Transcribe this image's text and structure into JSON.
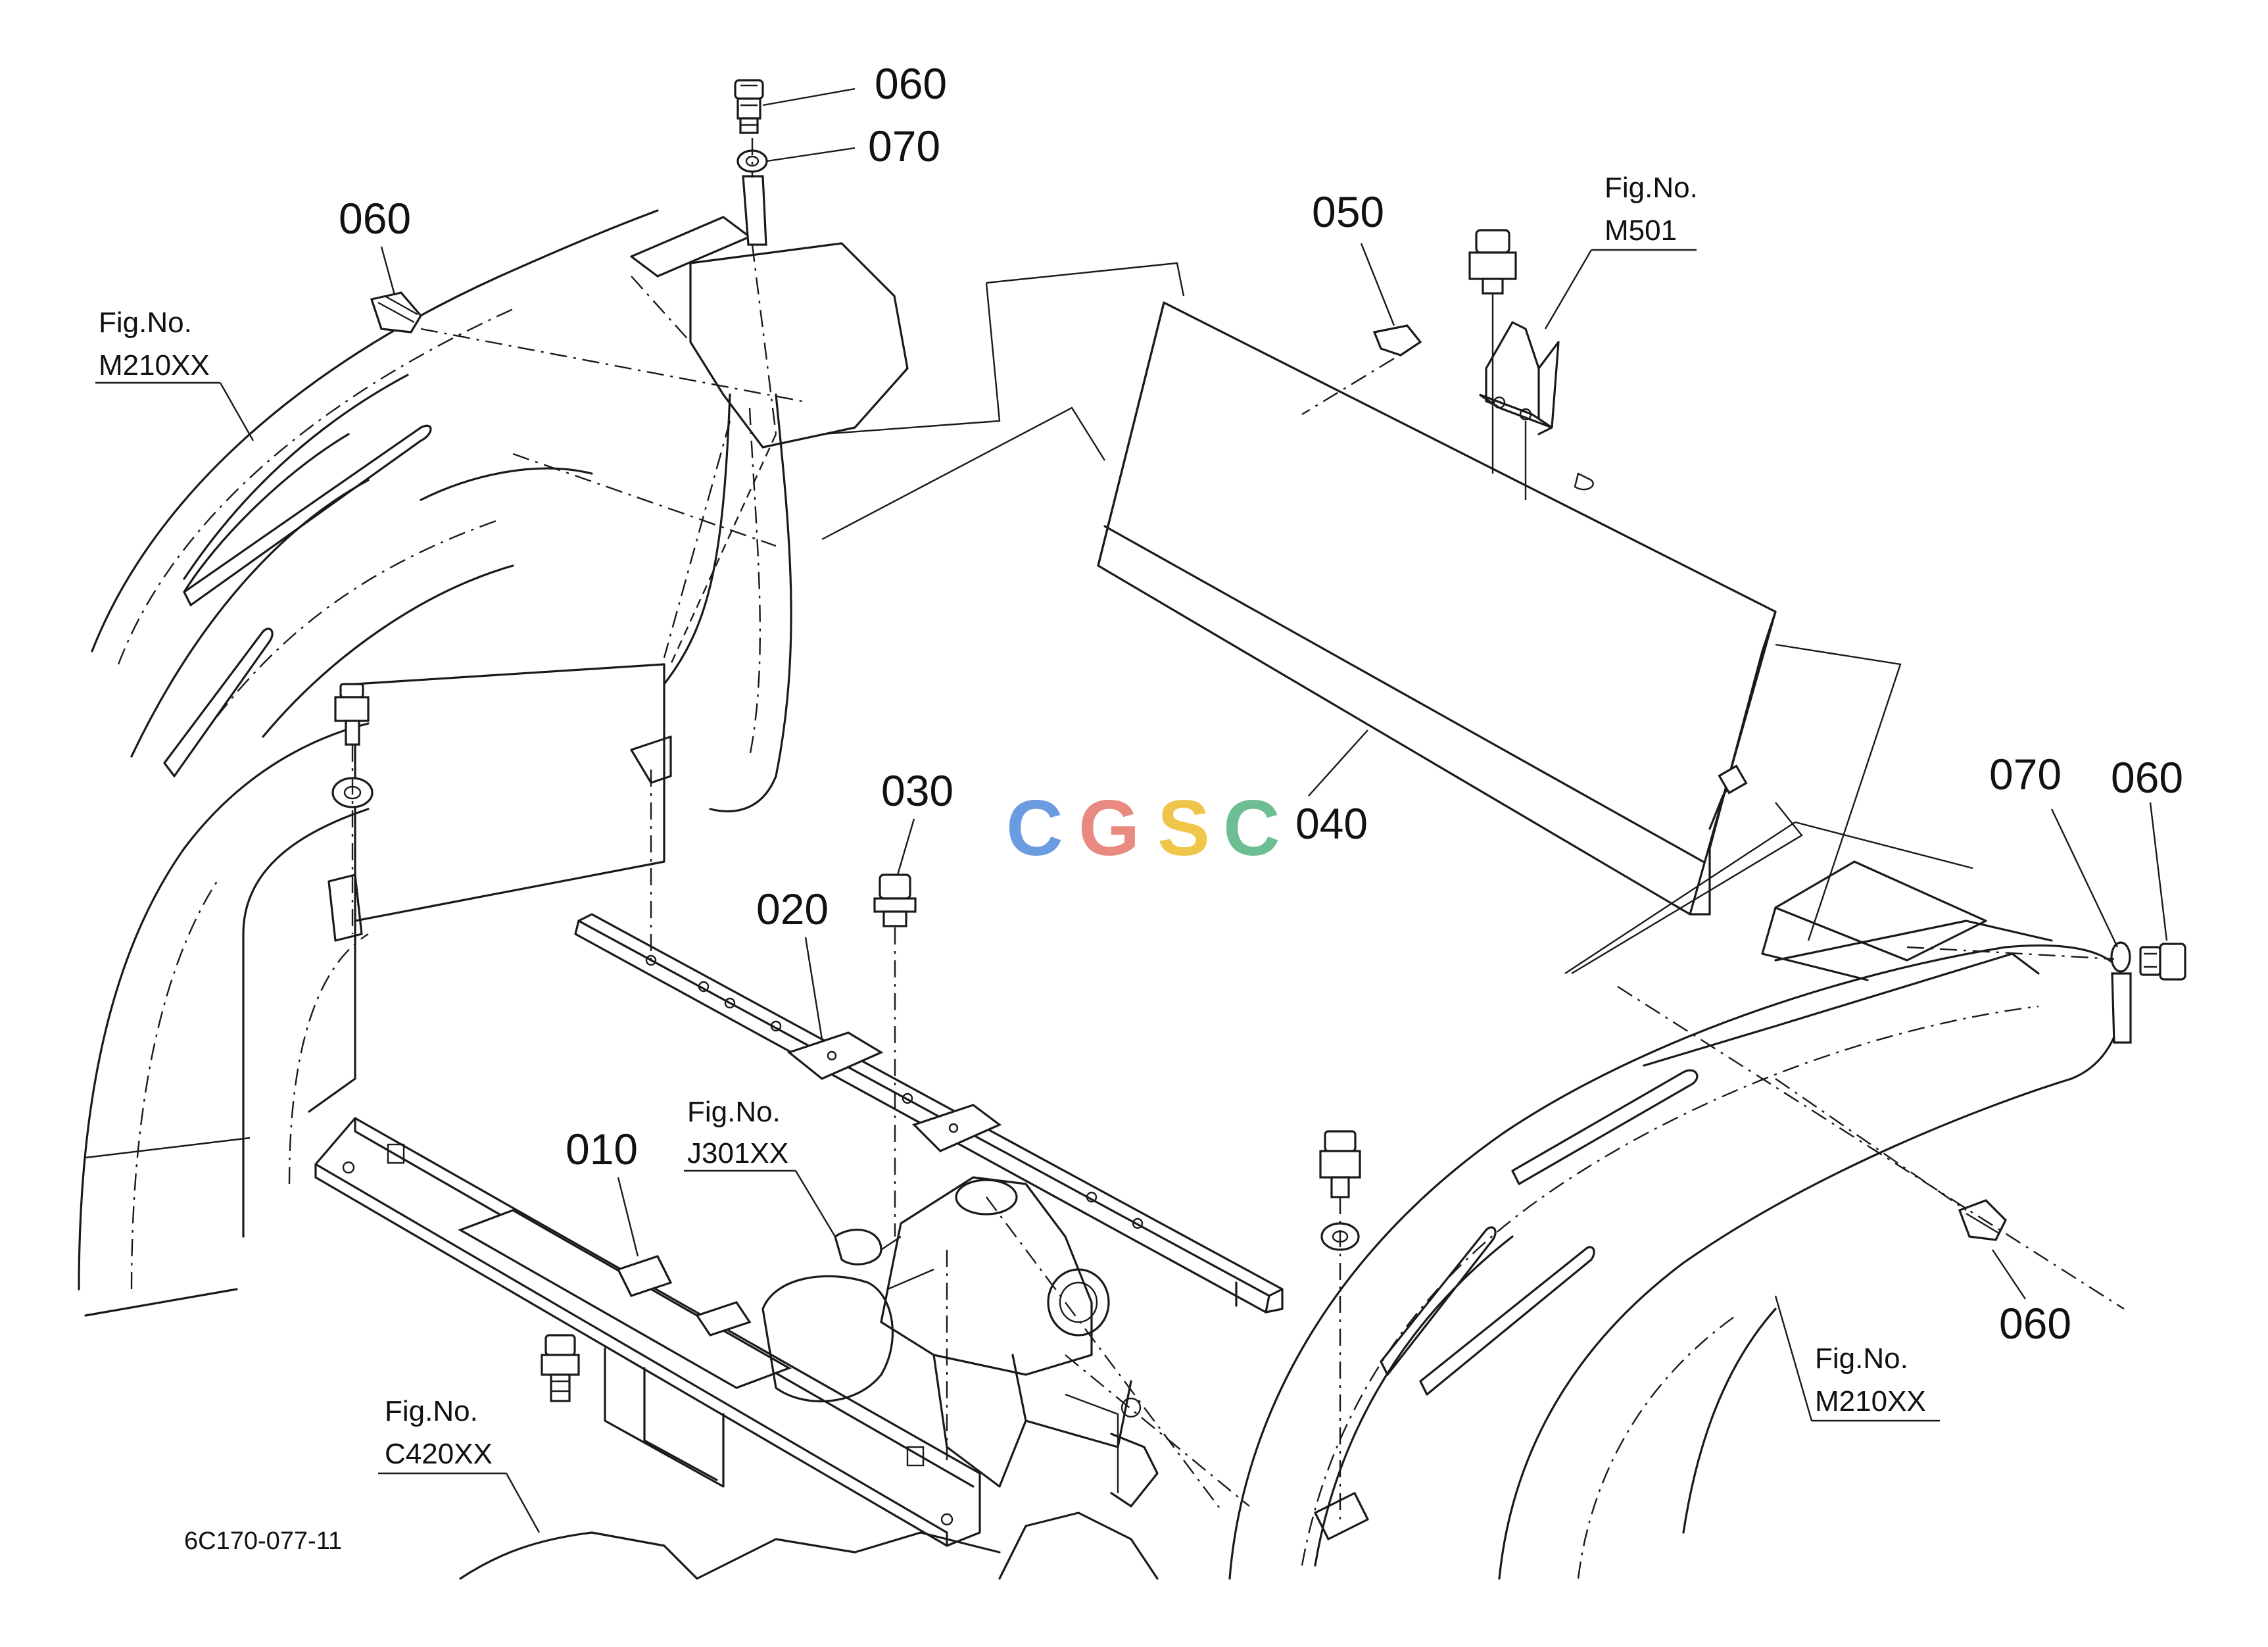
{
  "labels": {
    "l060_top": "060",
    "l070_top": "070",
    "l060_left": "060",
    "l050": "050",
    "l030": "030",
    "l020": "020",
    "l010": "010",
    "l040": "040",
    "l070_right": "070",
    "l060_right": "060",
    "l060_bottom_right": "060"
  },
  "figrefs": {
    "m210_left": {
      "line1": "Fig.No.",
      "line2": "M210XX"
    },
    "m501": {
      "line1": "Fig.No.",
      "line2": "M501"
    },
    "j301": {
      "line1": "Fig.No.",
      "line2": "J301XX"
    },
    "c420": {
      "line1": "Fig.No.",
      "line2": "C420XX"
    },
    "m210_right": {
      "line1": "Fig.No.",
      "line2": "M210XX"
    }
  },
  "drawing_code": "6C170-077-11",
  "watermark": {
    "letters": [
      "C",
      "G",
      "S",
      "C"
    ],
    "colors": [
      "#6b9be0",
      "#e88a80",
      "#f0c64a",
      "#6dbf93"
    ]
  }
}
